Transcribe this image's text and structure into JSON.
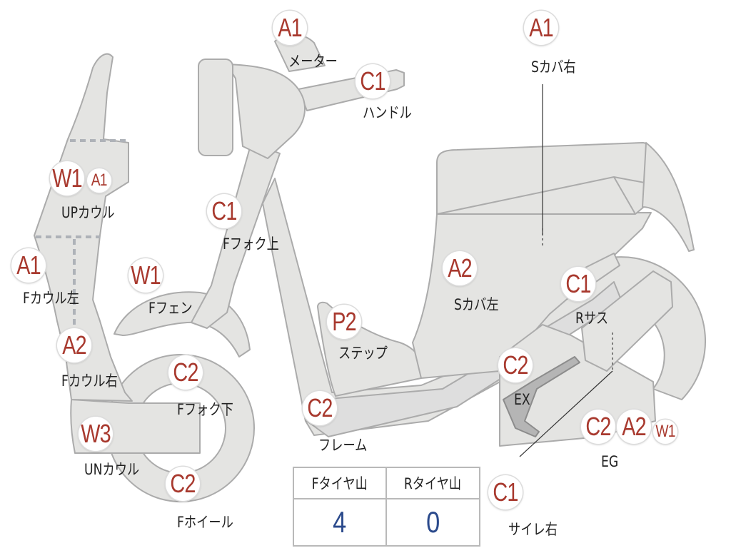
{
  "colors": {
    "part_fill": "#e4e4e2",
    "part_stroke": "#ababab",
    "badge_text": "#a8392e",
    "label_text": "#222222",
    "tire_value": "#2b4a8c"
  },
  "parts": [
    {
      "id": "meter",
      "badge": "A1",
      "label": "メーター"
    },
    {
      "id": "handle",
      "badge": "C1",
      "label": "ハンドル"
    },
    {
      "id": "s-cover-right",
      "badge": "A1",
      "label": "Sカバ右"
    },
    {
      "id": "up-cowl",
      "badge": "W1",
      "sub_badge": "A1",
      "label": "UPカウル"
    },
    {
      "id": "f-fork-upper",
      "badge": "C1",
      "label": "Fフォク上"
    },
    {
      "id": "f-cowl-left",
      "badge": "A1",
      "label": "Fカウル左"
    },
    {
      "id": "f-fender",
      "badge": "W1",
      "label": "Fフェン"
    },
    {
      "id": "s-cover-left",
      "badge": "A2",
      "label": "Sカバ左"
    },
    {
      "id": "r-suspension",
      "badge": "C1",
      "label": "Rサス"
    },
    {
      "id": "step",
      "badge": "P2",
      "label": "ステップ"
    },
    {
      "id": "f-cowl-right",
      "badge": "A2",
      "label": "Fカウル右"
    },
    {
      "id": "f-fork-lower",
      "badge": "C2",
      "label": "Fフォク下"
    },
    {
      "id": "exhaust",
      "badge": "C2",
      "label": "EX"
    },
    {
      "id": "frame",
      "badge": "C2",
      "label": "フレーム"
    },
    {
      "id": "engine",
      "badge": "C2",
      "sub_badges": [
        "A2",
        "W1"
      ],
      "label": "EG"
    },
    {
      "id": "un-cowl",
      "badge": "W3",
      "label": "UNカウル"
    },
    {
      "id": "f-wheel",
      "badge": "C2",
      "label": "Fホイール"
    },
    {
      "id": "silencer-right",
      "badge": "C1",
      "label": "サイレ右"
    }
  ],
  "tire_table": {
    "headers": [
      "Fタイヤ山",
      "Rタイヤ山"
    ],
    "values": [
      "4",
      "0"
    ]
  }
}
